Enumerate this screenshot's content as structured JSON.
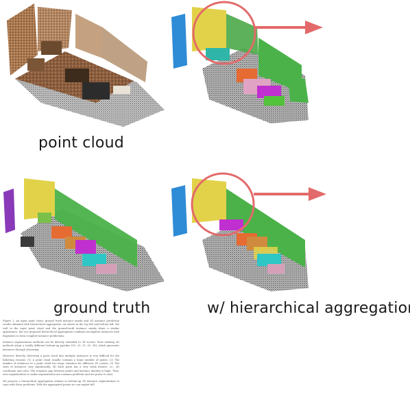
{
  "figure": {
    "panels": [
      {
        "caption": "point cloud"
      },
      {
        "caption": ""
      },
      {
        "caption": "ground truth"
      },
      {
        "caption": "w/ hierarchical aggregation"
      }
    ],
    "annotation_color": "#e36a6a"
  },
  "snippet": {
    "paragraphs": [
      "Figure 1. An input point cloud, ground truth instance masks and 3D instance prediction results obtained with hierarchical aggregation. As shown in the top left and bottom left, the wall in the input point cloud and the ground-truth instance masks share a similar appearance, but our proposed hierarchical aggregation combines incomplete instances with fragments to form complete instance predictions.",
      "Instance segmentation methods can be directly extended to 3D scenes. Most existing 3D methods adopt a totally different bottom-up pipeline [10, 23, 31, 35, 38], which generates instances through clustering.",
      "However, directly clustering a point cloud into multiple instances is very difficult for the following reasons: (1) A point cloud usually contains a large number of points; (2) The number of instances in a point cloud has large variation for different 3D scenes; (3) The sizes of instances vary significantly; (4) Each point has a very weak feature, i.e., 3D coordinate and color. The semantic gap between points and instance identity is huge. Thus, over-segmentation or under-segmentation are common problems and are prone to exist.",
      "We propose a hierarchical aggregation scheme in bottom-up 3D instance segmentation to cope with these problems. With the aggregated points we can exploit full"
    ]
  }
}
